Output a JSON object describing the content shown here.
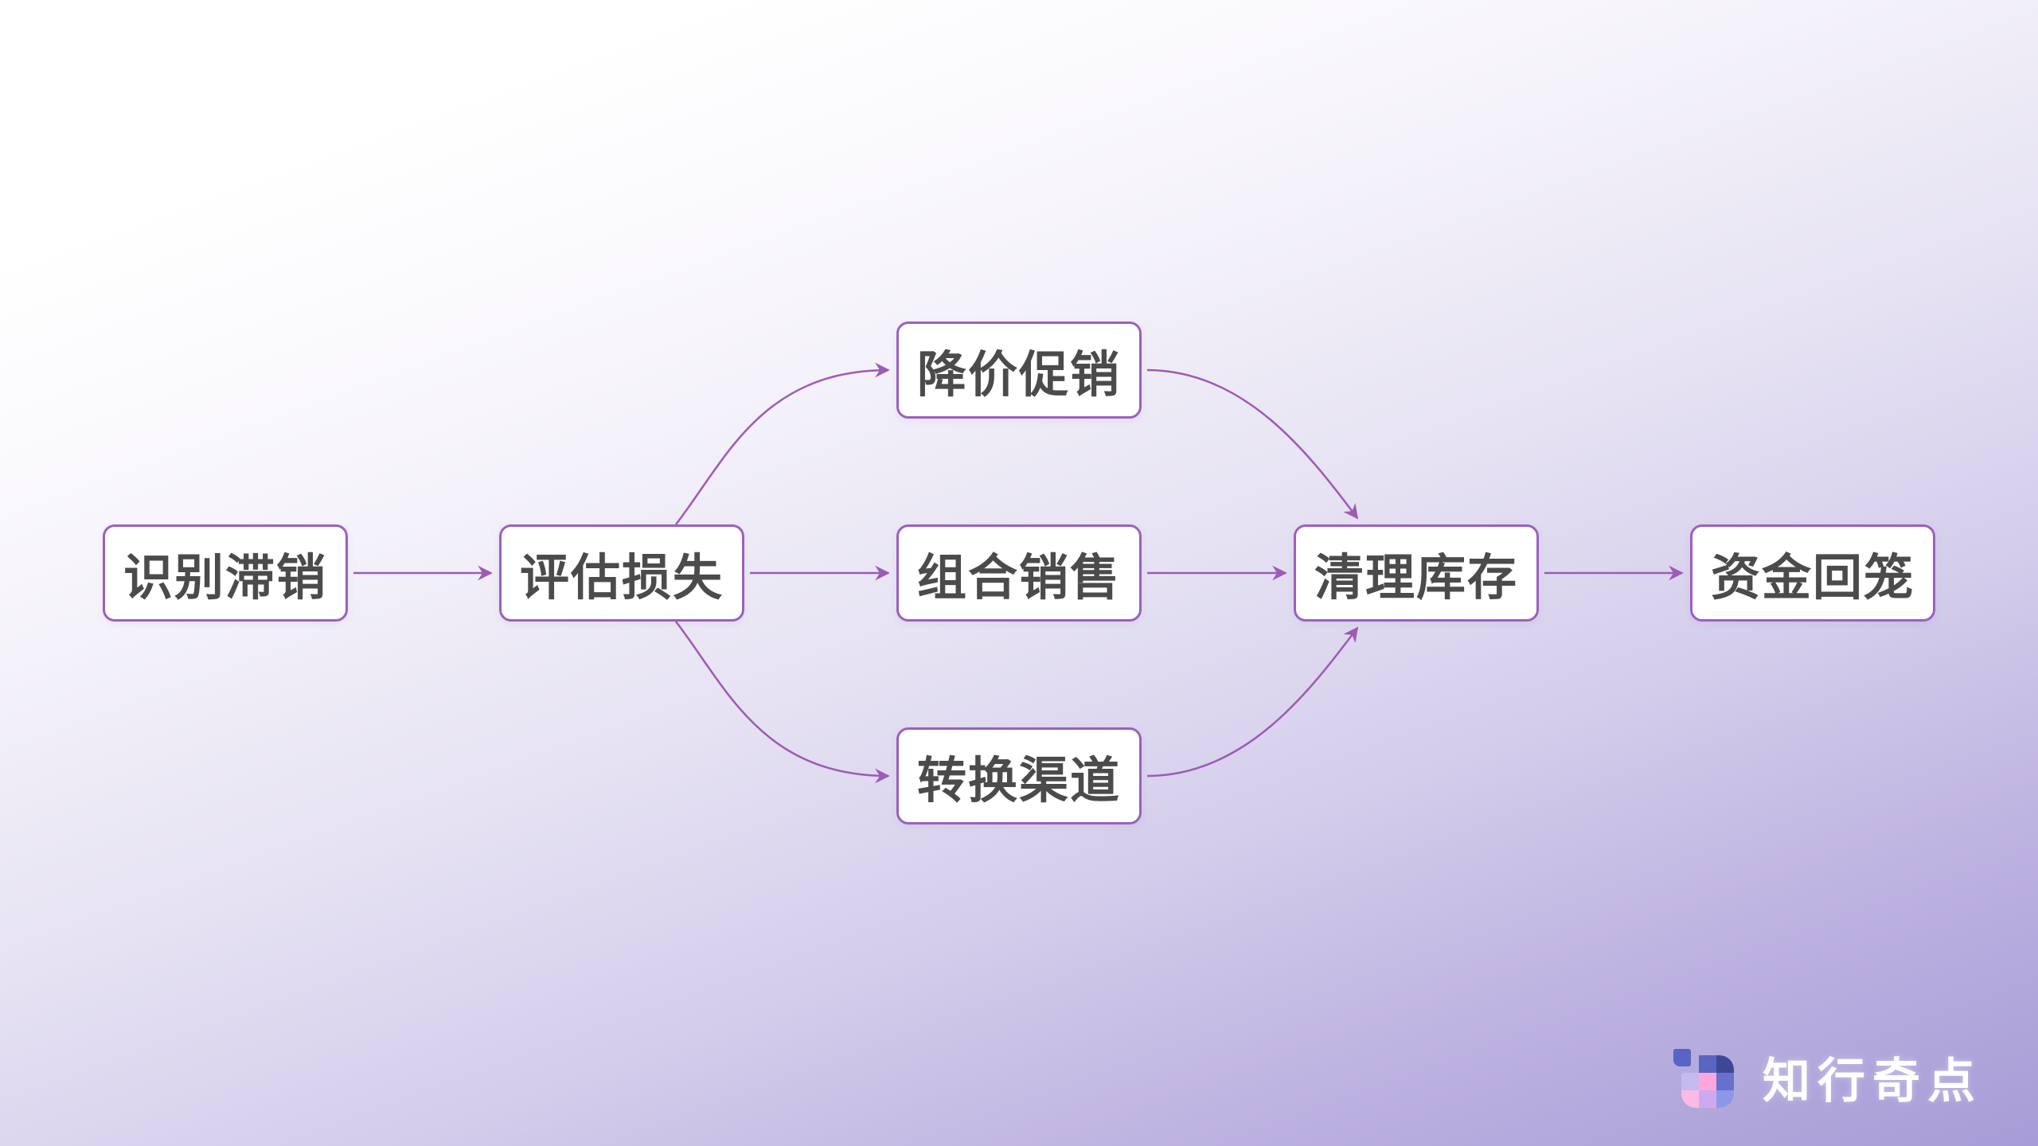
{
  "diagram": {
    "nodes": [
      {
        "id": "identify",
        "label": "识别滞销"
      },
      {
        "id": "assess",
        "label": "评估损失"
      },
      {
        "id": "discount",
        "label": "降价促销"
      },
      {
        "id": "bundle",
        "label": "组合销售"
      },
      {
        "id": "channel",
        "label": "转换渠道"
      },
      {
        "id": "clear",
        "label": "清理库存"
      },
      {
        "id": "cashback",
        "label": "资金回笼"
      }
    ],
    "edges": [
      {
        "from": "identify",
        "to": "assess"
      },
      {
        "from": "assess",
        "to": "discount"
      },
      {
        "from": "assess",
        "to": "bundle"
      },
      {
        "from": "assess",
        "to": "channel"
      },
      {
        "from": "discount",
        "to": "clear"
      },
      {
        "from": "bundle",
        "to": "clear"
      },
      {
        "from": "channel",
        "to": "clear"
      },
      {
        "from": "clear",
        "to": "cashback"
      }
    ]
  },
  "branding": {
    "logo_text": "知行奇点",
    "logo_icon": "pixel-grid-logo-icon"
  },
  "colors": {
    "node_border": "#9B60BE",
    "edge": "#9D5BB5",
    "node_text": "#4B4B4B",
    "background_top": "#FFFFFF",
    "background_bottom": "#A79CD6",
    "logo_text": "#FFFFFF",
    "logo_pixels": [
      "#5A64C4",
      "#5A64C1",
      "#3F4896",
      "#C6B9F1",
      "#FBA7DB",
      "#6770CB",
      "#FBB9E6",
      "#CFA9F0",
      "#8D97E9"
    ]
  }
}
